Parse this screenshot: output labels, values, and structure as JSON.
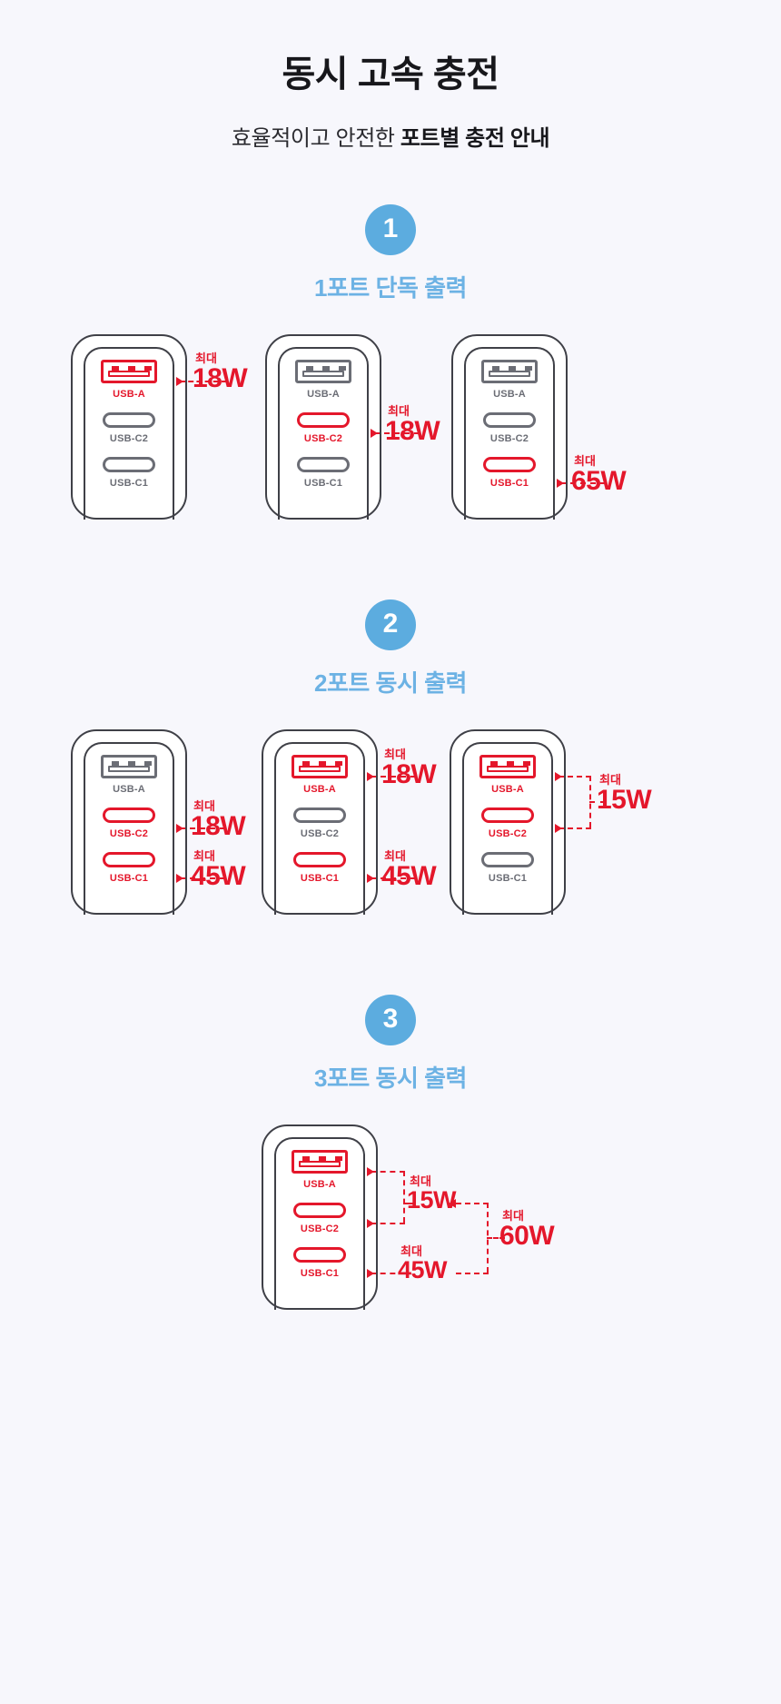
{
  "header": {
    "title": "동시 고속 충전",
    "subtitle_normal": "효율적이고 안전한 ",
    "subtitle_strong": "포트별 충전 안내"
  },
  "labels": {
    "max": "최대",
    "usb_a": "USB-A",
    "usb_c2": "USB-C2",
    "usb_c1": "USB-C1"
  },
  "colors": {
    "background": "#f7f7fc",
    "accent_blue": "#5cacdf",
    "heading_blue": "#6cb2e4",
    "active_red": "#e4172b",
    "inactive_gray": "#6b6d75",
    "outline": "#3f4047",
    "title_black": "#17171b"
  },
  "sections": [
    {
      "badge": "1",
      "title": "1포트 단독 출력",
      "devices": [
        {
          "ports": [
            {
              "type": "usb-a",
              "label": "USB-A",
              "active": true
            },
            {
              "type": "usb-c",
              "label": "USB-C2",
              "active": false
            },
            {
              "type": "usb-c",
              "label": "USB-C1",
              "active": false
            }
          ],
          "annotations": [
            {
              "max": "최대",
              "watt": "18W",
              "port": "USB-A"
            }
          ]
        },
        {
          "ports": [
            {
              "type": "usb-a",
              "label": "USB-A",
              "active": false
            },
            {
              "type": "usb-c",
              "label": "USB-C2",
              "active": true
            },
            {
              "type": "usb-c",
              "label": "USB-C1",
              "active": false
            }
          ],
          "annotations": [
            {
              "max": "최대",
              "watt": "18W",
              "port": "USB-C2"
            }
          ]
        },
        {
          "ports": [
            {
              "type": "usb-a",
              "label": "USB-A",
              "active": false
            },
            {
              "type": "usb-c",
              "label": "USB-C2",
              "active": false
            },
            {
              "type": "usb-c",
              "label": "USB-C1",
              "active": true
            }
          ],
          "annotations": [
            {
              "max": "최대",
              "watt": "65W",
              "port": "USB-C1"
            }
          ]
        }
      ]
    },
    {
      "badge": "2",
      "title": "2포트 동시 출력",
      "devices": [
        {
          "ports": [
            {
              "type": "usb-a",
              "label": "USB-A",
              "active": false
            },
            {
              "type": "usb-c",
              "label": "USB-C2",
              "active": true
            },
            {
              "type": "usb-c",
              "label": "USB-C1",
              "active": true
            }
          ],
          "annotations": [
            {
              "max": "최대",
              "watt": "18W",
              "port": "USB-C2"
            },
            {
              "max": "최대",
              "watt": "45W",
              "port": "USB-C1"
            }
          ]
        },
        {
          "ports": [
            {
              "type": "usb-a",
              "label": "USB-A",
              "active": true
            },
            {
              "type": "usb-c",
              "label": "USB-C2",
              "active": false
            },
            {
              "type": "usb-c",
              "label": "USB-C1",
              "active": true
            }
          ],
          "annotations": [
            {
              "max": "최대",
              "watt": "18W",
              "port": "USB-A"
            },
            {
              "max": "최대",
              "watt": "45W",
              "port": "USB-C1"
            }
          ]
        },
        {
          "ports": [
            {
              "type": "usb-a",
              "label": "USB-A",
              "active": true
            },
            {
              "type": "usb-c",
              "label": "USB-C2",
              "active": true
            },
            {
              "type": "usb-c",
              "label": "USB-C1",
              "active": false
            }
          ],
          "annotations": [
            {
              "max": "최대",
              "watt": "15W",
              "port": "USB-A+USB-C2"
            }
          ]
        }
      ]
    },
    {
      "badge": "3",
      "title": "3포트 동시 출력",
      "devices": [
        {
          "ports": [
            {
              "type": "usb-a",
              "label": "USB-A",
              "active": true
            },
            {
              "type": "usb-c",
              "label": "USB-C2",
              "active": true
            },
            {
              "type": "usb-c",
              "label": "USB-C1",
              "active": true
            }
          ],
          "annotations": [
            {
              "max": "최대",
              "watt": "15W",
              "port": "USB-A+USB-C2"
            },
            {
              "max": "최대",
              "watt": "45W",
              "port": "USB-C1"
            },
            {
              "max": "최대",
              "watt": "60W",
              "port": "total"
            }
          ]
        }
      ]
    }
  ]
}
